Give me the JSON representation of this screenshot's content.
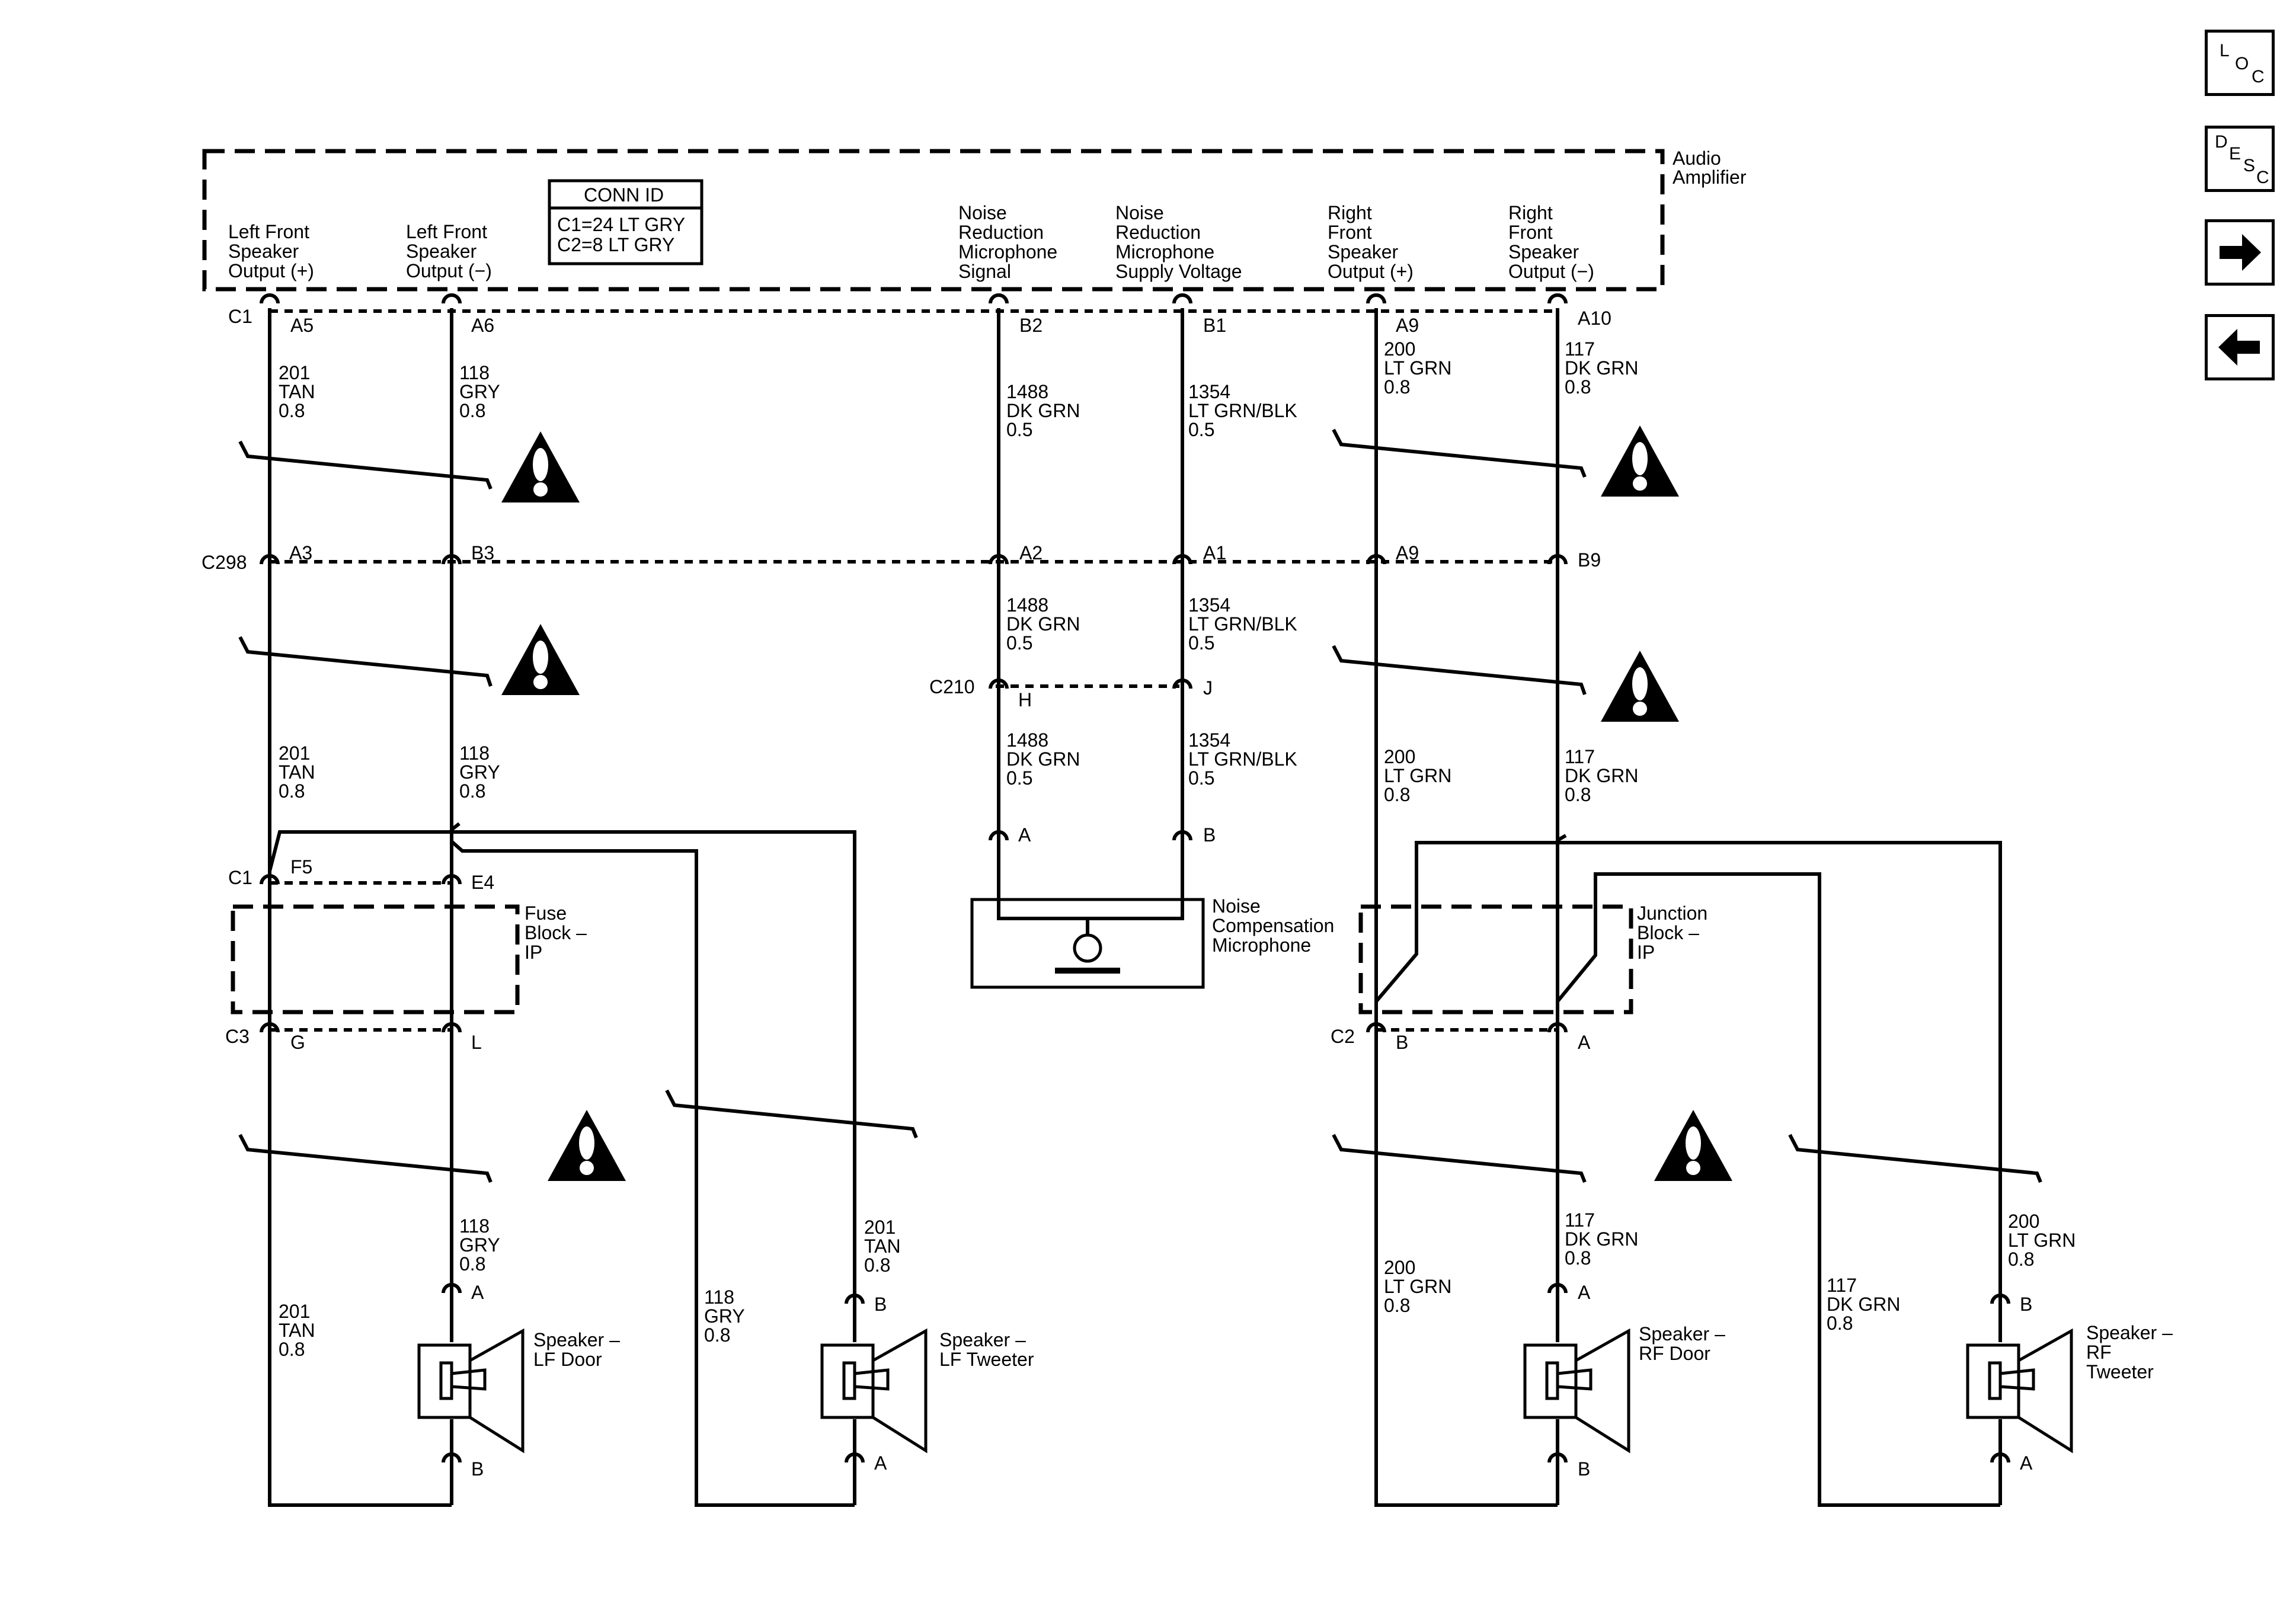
{
  "nav": {
    "loc": [
      "L",
      "O",
      "C"
    ],
    "desc": [
      "D",
      "E",
      "S",
      "C"
    ],
    "next_icon": "arrow-right-icon",
    "prev_icon": "arrow-left-icon"
  },
  "amplifier": {
    "name_line1": "Audio",
    "name_line2": "Amplifier"
  },
  "conn_id": {
    "title": "CONN ID",
    "line1": "C1=24 LT GRY",
    "line2": "C2=8 LT GRY"
  },
  "outputs": {
    "lf_pos": [
      "Left Front",
      "Speaker",
      "Output (+)"
    ],
    "lf_neg": [
      "Left Front",
      "Speaker",
      "Output (−)"
    ],
    "nr_sig": [
      "Noise",
      "Reduction",
      "Microphone",
      "Signal"
    ],
    "nr_sup": [
      "Noise",
      "Reduction",
      "Microphone",
      "Supply Voltage"
    ],
    "rf_pos": [
      "Right",
      "Front",
      "Speaker",
      "Output (+)"
    ],
    "rf_neg": [
      "Right",
      "Front",
      "Speaker",
      "Output (−)"
    ]
  },
  "connectors": {
    "c1": "C1",
    "c298": "C298",
    "c210": "C210",
    "c1b": "C1",
    "c3": "C3",
    "c2": "C2"
  },
  "pins": {
    "a5": "A5",
    "a6": "A6",
    "b2": "B2",
    "b1": "B1",
    "a9": "A9",
    "a10": "A10",
    "a3": "A3",
    "b3": "B3",
    "a2": "A2",
    "a1": "A1",
    "a9b": "A9",
    "b9": "B9",
    "h": "H",
    "j": "J",
    "mic_a": "A",
    "mic_b": "B",
    "f5": "F5",
    "e4": "E4",
    "g": "G",
    "l": "L",
    "c2b": "B",
    "c2a": "A",
    "lfd_a": "A",
    "lfd_b": "B",
    "lft_b": "B",
    "lft_a": "A",
    "rfd_a": "A",
    "rfd_b": "B",
    "rft_b": "B",
    "rft_a": "A"
  },
  "wires": {
    "w201": [
      "201",
      "TAN",
      "0.8"
    ],
    "w118": [
      "118",
      "GRY",
      "0.8"
    ],
    "w1488": [
      "1488",
      "DK GRN",
      "0.5"
    ],
    "w1354": [
      "1354",
      "LT GRN/BLK",
      "0.5"
    ],
    "w200": [
      "200",
      "LT GRN",
      "0.8"
    ],
    "w117": [
      "117",
      "DK GRN",
      "0.8"
    ]
  },
  "components": {
    "fuse_block": [
      "Fuse",
      "Block –",
      "IP"
    ],
    "junction_block": [
      "Junction",
      "Block –",
      "IP"
    ],
    "mic": [
      "Noise",
      "Compensation",
      "Microphone"
    ],
    "lf_door": [
      "Speaker –",
      "LF Door"
    ],
    "lf_tweeter": [
      "Speaker –",
      "LF Tweeter"
    ],
    "rf_door": [
      "Speaker –",
      "RF Door"
    ],
    "rf_tweeter": [
      "Speaker –",
      "RF",
      "Tweeter"
    ]
  },
  "icons": {
    "caution": "caution-icon",
    "speaker": "speaker-icon",
    "microphone": "microphone-icon"
  }
}
